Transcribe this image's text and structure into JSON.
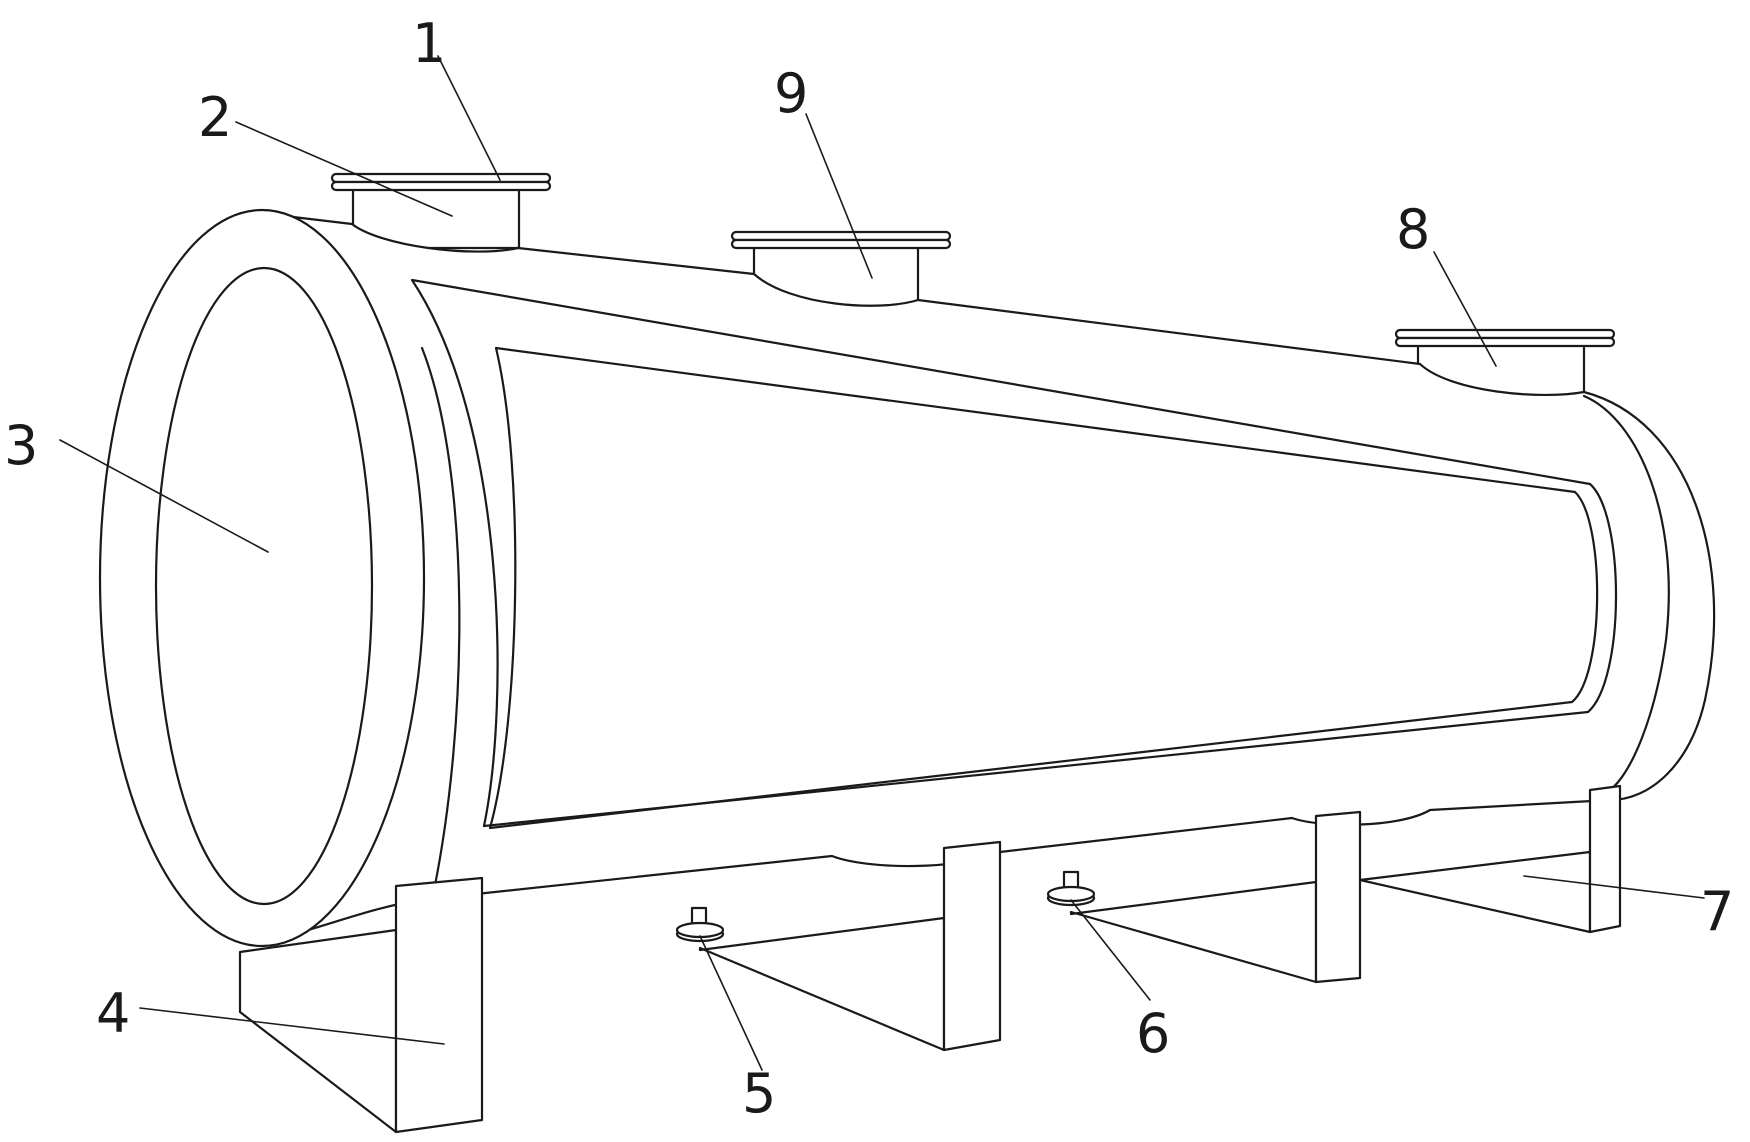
{
  "figure": {
    "labels": [
      {
        "id": "1",
        "text": "1"
      },
      {
        "id": "2",
        "text": "2"
      },
      {
        "id": "3",
        "text": "3"
      },
      {
        "id": "4",
        "text": "4"
      },
      {
        "id": "5",
        "text": "5"
      },
      {
        "id": "6",
        "text": "6"
      },
      {
        "id": "7",
        "text": "7"
      },
      {
        "id": "8",
        "text": "8"
      },
      {
        "id": "9",
        "text": "9"
      }
    ],
    "line_color": "#1a1a1a",
    "background_color": "#ffffff"
  }
}
